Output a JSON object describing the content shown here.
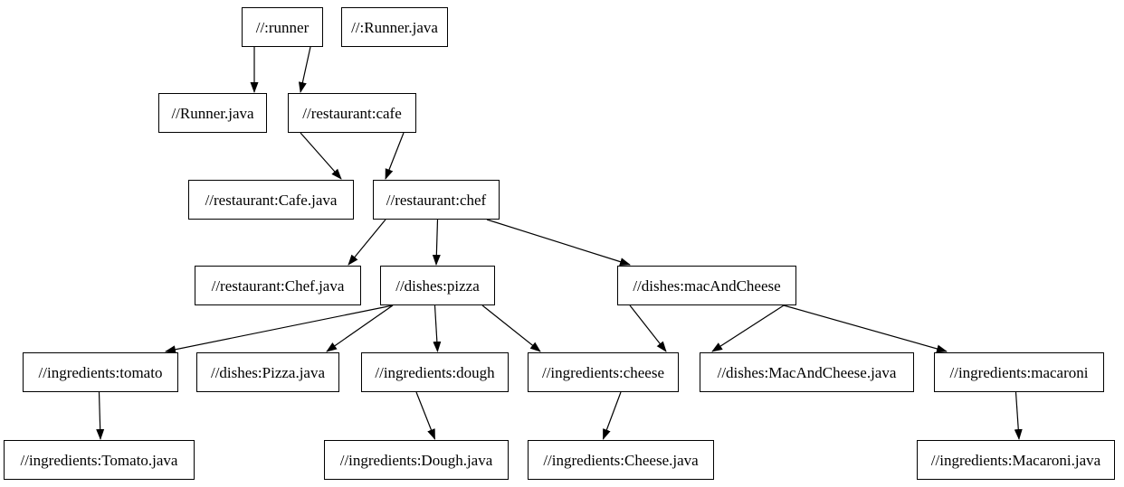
{
  "diagram": {
    "kind": "build-dependency-graph",
    "edge_color": "#000000",
    "node_border_color": "#000000",
    "node_fill_color": "#ffffff",
    "nodes": [
      {
        "id": "runner",
        "label": "//:runner"
      },
      {
        "id": "colon-runner-java",
        "label": "//:Runner.java"
      },
      {
        "id": "runner-java",
        "label": "//Runner.java"
      },
      {
        "id": "cafe",
        "label": "//restaurant:cafe"
      },
      {
        "id": "cafe-java",
        "label": "//restaurant:Cafe.java"
      },
      {
        "id": "chef",
        "label": "//restaurant:chef"
      },
      {
        "id": "chef-java",
        "label": "//restaurant:Chef.java"
      },
      {
        "id": "pizza",
        "label": "//dishes:pizza"
      },
      {
        "id": "macandcheese",
        "label": "//dishes:macAndCheese"
      },
      {
        "id": "tomato",
        "label": "//ingredients:tomato"
      },
      {
        "id": "pizza-java",
        "label": "//dishes:Pizza.java"
      },
      {
        "id": "dough",
        "label": "//ingredients:dough"
      },
      {
        "id": "cheese",
        "label": "//ingredients:cheese"
      },
      {
        "id": "macandcheese-java",
        "label": "//dishes:MacAndCheese.java"
      },
      {
        "id": "macaroni",
        "label": "//ingredients:macaroni"
      },
      {
        "id": "tomato-java",
        "label": "//ingredients:Tomato.java"
      },
      {
        "id": "dough-java",
        "label": "//ingredients:Dough.java"
      },
      {
        "id": "cheese-java",
        "label": "//ingredients:Cheese.java"
      },
      {
        "id": "macaroni-java",
        "label": "//ingredients:Macaroni.java"
      }
    ],
    "edges": [
      {
        "from": "runner",
        "to": "runner-java"
      },
      {
        "from": "runner",
        "to": "cafe"
      },
      {
        "from": "cafe",
        "to": "cafe-java"
      },
      {
        "from": "cafe",
        "to": "chef"
      },
      {
        "from": "chef",
        "to": "chef-java"
      },
      {
        "from": "chef",
        "to": "pizza"
      },
      {
        "from": "chef",
        "to": "macandcheese"
      },
      {
        "from": "pizza",
        "to": "tomato"
      },
      {
        "from": "pizza",
        "to": "pizza-java"
      },
      {
        "from": "pizza",
        "to": "dough"
      },
      {
        "from": "pizza",
        "to": "cheese"
      },
      {
        "from": "macandcheese",
        "to": "cheese"
      },
      {
        "from": "macandcheese",
        "to": "macandcheese-java"
      },
      {
        "from": "macandcheese",
        "to": "macaroni"
      },
      {
        "from": "tomato",
        "to": "tomato-java"
      },
      {
        "from": "dough",
        "to": "dough-java"
      },
      {
        "from": "cheese",
        "to": "cheese-java"
      },
      {
        "from": "macaroni",
        "to": "macaroni-java"
      }
    ]
  }
}
